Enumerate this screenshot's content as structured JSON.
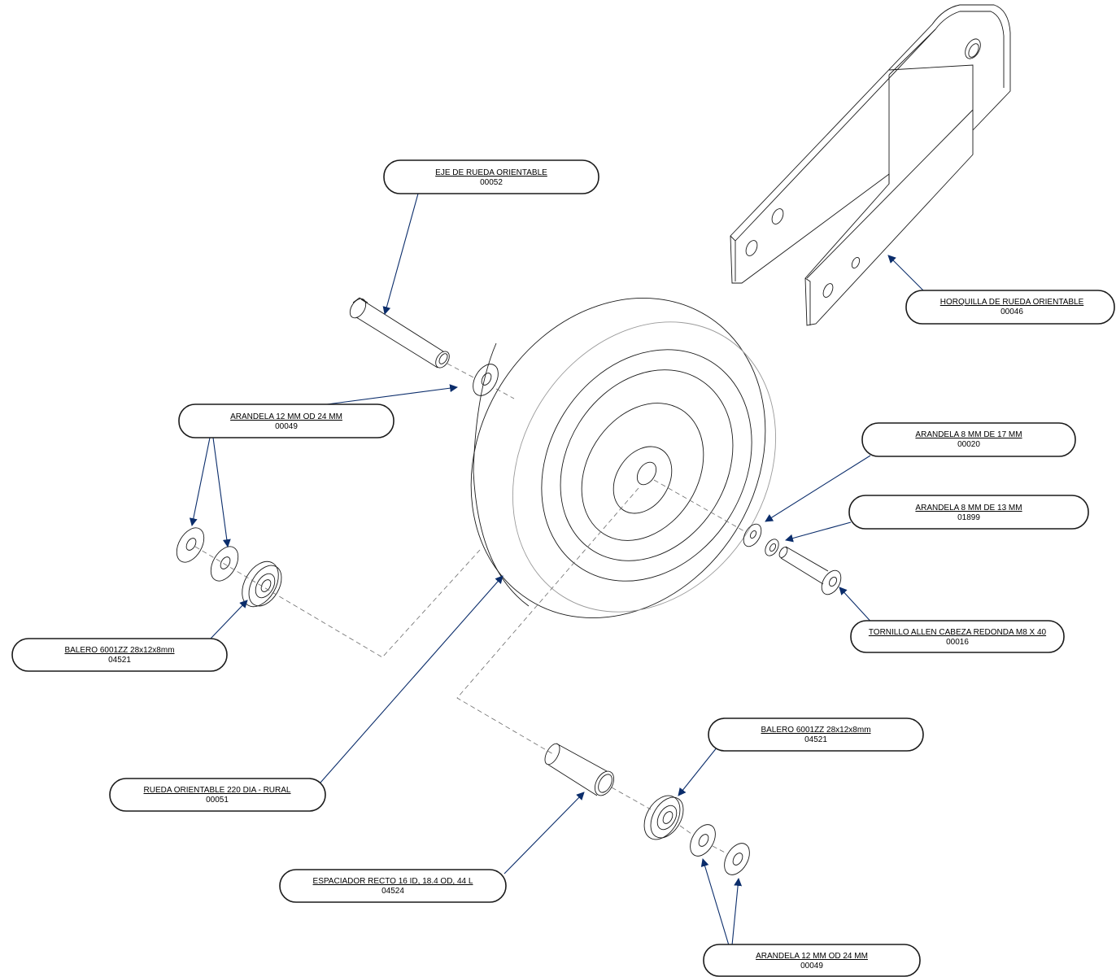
{
  "colors": {
    "leader": "#0b2d6b",
    "outline": "#1a1a1a",
    "hidden_line": "#6b6b6b",
    "background": "#ffffff"
  },
  "callouts": [
    {
      "id": "eje",
      "name": "EJE DE RUEDA ORIENTABLE",
      "code": "00052"
    },
    {
      "id": "horquilla",
      "name": "HORQUILLA DE RUEDA ORIENTABLE",
      "code": "00046"
    },
    {
      "id": "arandela-12-top",
      "name": "ARANDELA 12 MM OD 24 MM",
      "code": "00049"
    },
    {
      "id": "arandela-8-17",
      "name": "ARANDELA 8 MM DE 17 MM",
      "code": "00020"
    },
    {
      "id": "arandela-8-13",
      "name": "ARANDELA 8 MM DE 13 MM",
      "code": "01899"
    },
    {
      "id": "tornillo",
      "name": "TORNILLO ALLEN CABEZA REDONDA M8 X 40",
      "code": "00016"
    },
    {
      "id": "balero-left",
      "name": "BALERO 6001ZZ 28x12x8mm",
      "code": "04521"
    },
    {
      "id": "balero-right",
      "name": "BALERO  6001ZZ 28x12x8mm",
      "code": "04521"
    },
    {
      "id": "rueda",
      "name": "RUEDA ORIENTABLE 220 DIA - RURAL",
      "code": "00051"
    },
    {
      "id": "espaciador",
      "name": "ESPACIADOR RECTO 16 ID, 18.4 OD, 44 L",
      "code": "04524"
    },
    {
      "id": "arandela-12-bottom",
      "name": "ARANDELA 12 MM OD 24 MM",
      "code": "00049"
    }
  ]
}
